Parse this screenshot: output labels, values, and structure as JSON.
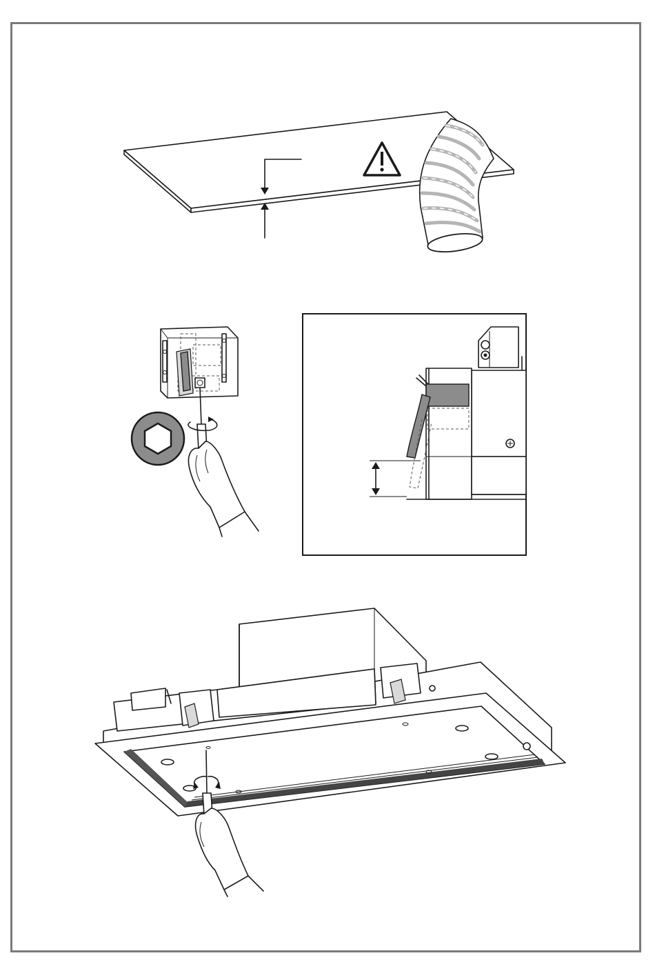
{
  "figures": [
    {
      "id": "ceiling-panel-with-duct",
      "warning_icon": "warning-triangle-icon"
    },
    {
      "id": "bracket-adjustment-with-hex-screwdriver",
      "icon": "hexagon-bit-icon"
    },
    {
      "id": "detail-view-height-adjustment"
    },
    {
      "id": "hood-panel-screw-fixing"
    }
  ]
}
